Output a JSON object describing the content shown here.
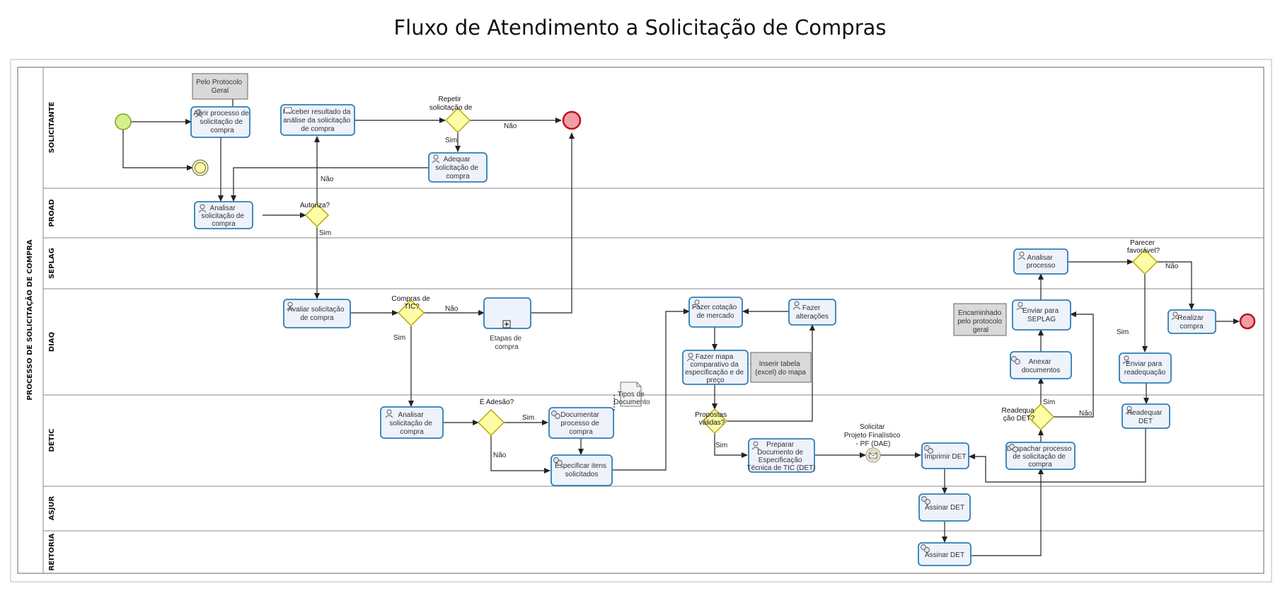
{
  "title": "Fluxo de Atendimento a Solicitação de Compras",
  "pool_label": "PROCESSO DE SOLICITAÇÃO DE COMPRA",
  "lanes": [
    "SOLICITANTE",
    "PROAD",
    "SEPLAG",
    "DIAQ",
    "DETIC",
    "ASJUR",
    "REITORIA"
  ],
  "tasks": {
    "abrir": [
      "Abrir processo de",
      "solicitação de",
      "compra"
    ],
    "receber": [
      "Receber resultado da",
      "análise da solicitação",
      "de compra"
    ],
    "adequar": [
      "Adequar",
      "solicitação de",
      "compra"
    ],
    "analisar_proad": [
      "Analisar",
      "solicitação de",
      "compra"
    ],
    "analisar_seplag": [
      "Analisar",
      "processo"
    ],
    "avaliar": [
      "Avaliar solicitação",
      "de compra"
    ],
    "fazer_cotacao": [
      "Fazer cotação",
      "de mercado"
    ],
    "fazer_alteracoes": [
      "Fazer",
      "alterações"
    ],
    "fazer_mapa": [
      "Fazer mapa",
      "comparativo da",
      "especificação e de",
      "preço"
    ],
    "enviar_seplag": [
      "Enviar para",
      "SEPLAG"
    ],
    "anexar": [
      "Anexar",
      "documentos"
    ],
    "realizar": [
      "Realizar",
      "compra"
    ],
    "enviar_readequacao": [
      "Enviar para",
      "readequação"
    ],
    "analisar_detic": [
      "Analisar",
      "solicitação de",
      "compra"
    ],
    "documentar": [
      "Documentar",
      "processo de",
      "compra"
    ],
    "especificar": [
      "Especificar itens",
      "solicitados"
    ],
    "preparar": [
      "Preparar",
      "Documento de",
      "Especificação",
      "Técnica de TIC (DET)"
    ],
    "imprimir": [
      "Imprimir DET"
    ],
    "despachar": [
      "Despachar processo",
      "de solicitação de",
      "compra"
    ],
    "readequar": [
      "Readequar",
      "DET"
    ],
    "assinar_asjur": [
      "Assinar DET"
    ],
    "assinar_reitoria": [
      "Assinar DET"
    ]
  },
  "subprocess_label": [
    "Etapas de",
    "compra"
  ],
  "gateways": {
    "repetir": [
      "Repetir",
      "solicitação de"
    ],
    "autoriza": [
      "Autoriza?"
    ],
    "compras_tic": [
      "Compras de",
      "TIC?"
    ],
    "adesao": [
      "É Adesão?"
    ],
    "propostas": [
      "Propostas",
      "válidas?"
    ],
    "readequacao": [
      "Readequa",
      "ção DET?"
    ],
    "parecer": [
      "Parecer",
      "favorável?"
    ]
  },
  "notes": {
    "protocolo": [
      "Pelo Protocolo",
      "Geral"
    ],
    "tabela": [
      "Inserir tabela",
      "(excel) do mapa"
    ],
    "encaminhado": [
      "Encaminhado",
      "pelo protocolo",
      "geral"
    ]
  },
  "data_objects": {
    "tipos": [
      "Tipos de",
      "Documento"
    ]
  },
  "message_event": [
    "Solicitar",
    "Projeto Finalístico",
    "- PF (DAE)"
  ],
  "edge_labels": {
    "sim": "Sim",
    "nao": "Não"
  },
  "colors": {
    "start_fill": "#d4f18a",
    "start_stroke": "#7aa21c",
    "end_fill": "#f0a0a5",
    "end_stroke": "#c0101d",
    "task_stroke": "#2f7fb7",
    "task_fill": "#eef2fb",
    "gateway_fill": "#fffca8",
    "gateway_stroke": "#b8a900"
  }
}
